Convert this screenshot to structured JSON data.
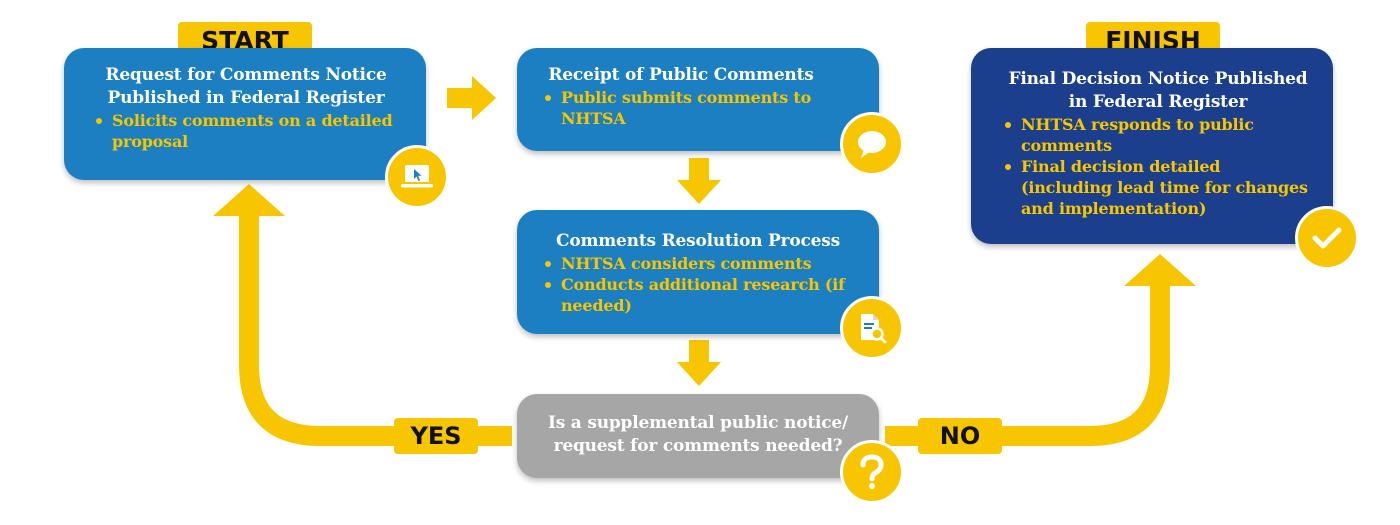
{
  "colors": {
    "primary_blue": "#1b7fc1",
    "dark_blue": "#1b3f8c",
    "gray": "#a6a6a6",
    "yellow": "#f7c600"
  },
  "start_tag": "START",
  "finish_tag": "FINISH",
  "yes_tag": "YES",
  "no_tag": "NO",
  "boxes": {
    "request": {
      "title": "Request for Comments Notice Published in Federal Register",
      "bullets": [
        "Solicits comments on a detailed proposal"
      ],
      "icon": "laptop-cursor-icon"
    },
    "receipt": {
      "title": "Receipt of Public Comments",
      "bullets": [
        "Public submits comments to NHTSA"
      ],
      "icon": "speech-bubble-icon"
    },
    "resolution": {
      "title": "Comments Resolution Process",
      "bullets": [
        "NHTSA considers comments",
        "Conducts additional research (if needed)"
      ],
      "icon": "document-search-icon"
    },
    "decision": {
      "title": "Is a supplemental public notice/ request for comments needed?",
      "icon": "question-mark-icon"
    },
    "final": {
      "title": "Final Decision Notice Published in Federal Register",
      "bullets": [
        "NHTSA responds to public comments",
        "Final decision detailed (including lead time for changes and implementation)"
      ],
      "icon": "checkmark-icon"
    }
  }
}
